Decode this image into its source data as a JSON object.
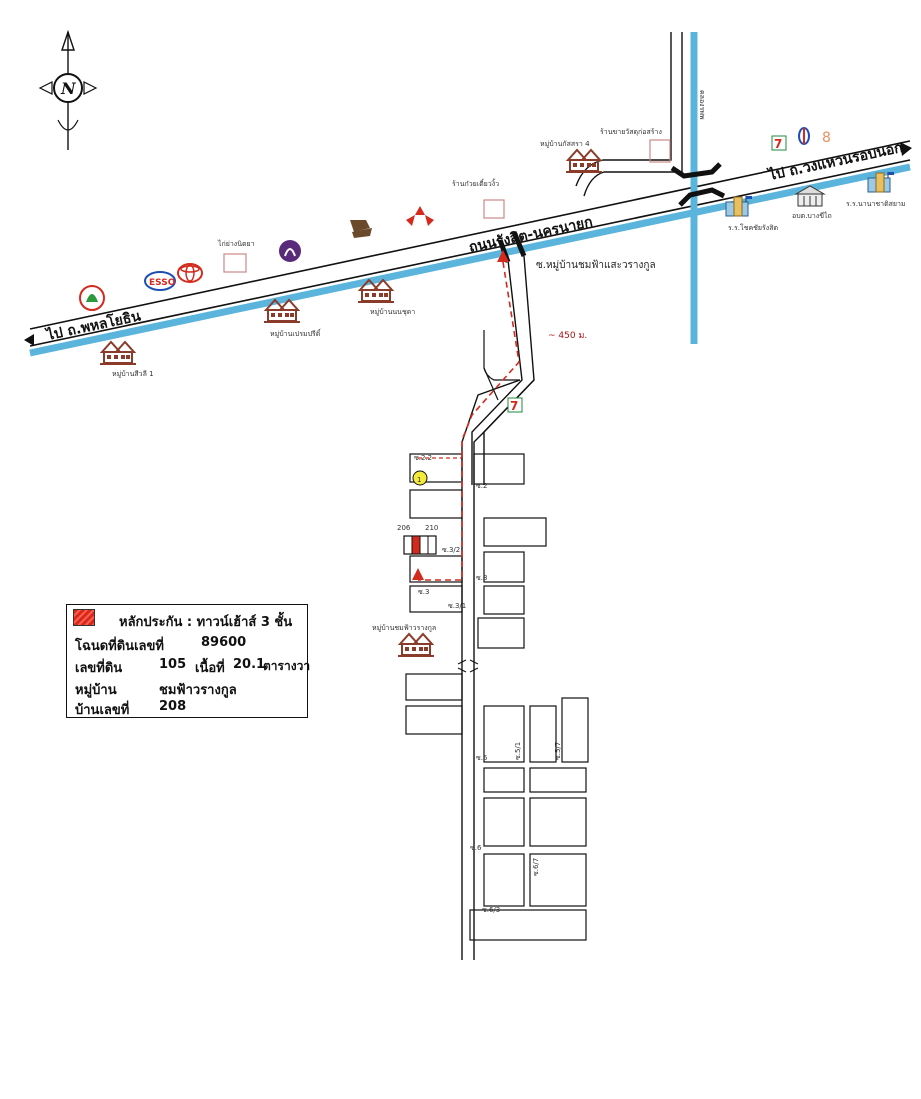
{
  "compass": {
    "letter": "N"
  },
  "roads": {
    "main_road": "ถนนรังสิต-นครนายก",
    "to_phahon": "ไป ถ.พหลโยธิน",
    "to_ring": "ไป ถ.วงแหวนรอบนอก",
    "canal": "คลองรพพ",
    "soi_entry": "ซ.หมู่บ้านชมฟ้าแสะวรางกูล",
    "distance": "~ 450 ม."
  },
  "places": {
    "kaset": "ไก่ย่างนิตยา",
    "shop_top": "ร้านขายวัสดุก่อสร้าง",
    "shop_mid": "ร้านก๋วยเตี๋ยวงิ้ว",
    "vill_kansara": "หมู่บ้านกัสสรา 4",
    "vill_seedee": "หมู่บ้านสีวลี 1",
    "vill_pruksa": "หมู่บ้านเปรมปรีดิ์",
    "vill_nanthachon": "หมู่บ้านนนชุดา",
    "vill_target": "หมู่บ้านชมฟ้าวรางกูล",
    "school1": "ร.ร.โชคชัยรังสิต",
    "office": "อบต.บางขีไถ",
    "school2": "ร.ร.นานาชาติสยาม"
  },
  "lots": {
    "lot_a": "206",
    "lot_b": "210"
  },
  "sois": {
    "s22": "ซ.2.2",
    "s2": "ซ.2",
    "s32": "ซ.3/2",
    "s3a": "ซ.3",
    "s3b": "ซ.3",
    "s31": "ซ.3/1",
    "s5": "ซ.5",
    "s51": "ซ.5/1",
    "s57": "ซ.5/7",
    "s6": "ซ.6",
    "s67": "ซ.6/7",
    "s63": "ซ.6/3"
  },
  "marker": {
    "number": "1"
  },
  "legend": {
    "title": "หลักประกัน : ทาวน์เฮ้าส์ 3 ชั้น",
    "deed_label": "โฉนดที่ดินเลขที่",
    "deed_value": "89600",
    "land_label": "เลขที่ดิน",
    "land_value": "105",
    "area_label": "เนื้อที่",
    "area_value": "20.1",
    "area_unit": "ตารางวา",
    "village_label": "หมู่บ้าน",
    "village_value": "ชมฟ้าวรางกูล",
    "house_label": "บ้านเลขที่",
    "house_value": "208"
  },
  "colors": {
    "canal": "#5ab4dc",
    "route": "#d42a1e",
    "property": "#d42a1e",
    "house": "#8a3b2a",
    "seven": "#1e8a3c",
    "marker": "#f4ea3c"
  }
}
